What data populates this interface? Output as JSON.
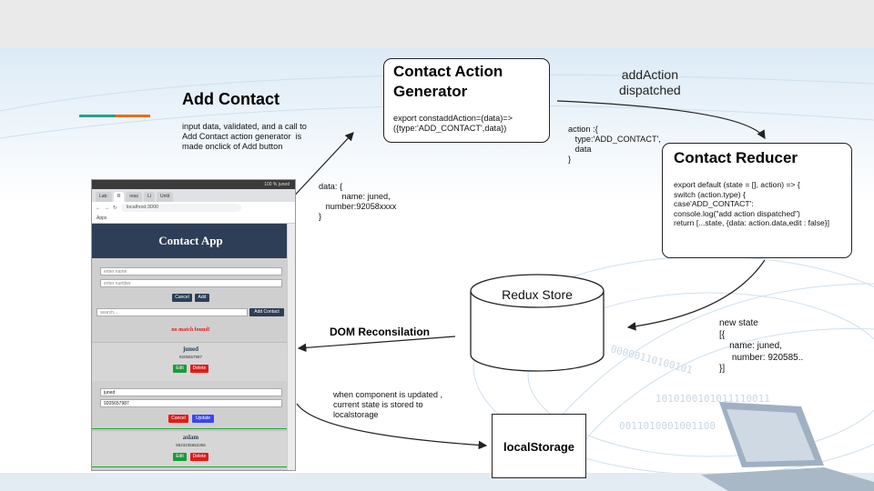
{
  "title": "Add Contact",
  "description": "input data, validated, and a call to\nAdd Contact action generator  is\nmade onclick of Add button",
  "accent_colors": {
    "teal": "#2a9d8f",
    "orange": "#e76f1e"
  },
  "action_generator": {
    "title_line1": "Contact Action",
    "title_line2": "Generator",
    "code": "export constaddAction=(data)=>\n({type:'ADD_CONTACT',data})"
  },
  "dispatch_label": "addAction\ndispatched",
  "action_payload": "action :{\n   type:'ADD_CONTACT',\n   data\n}",
  "reducer": {
    "title": "Contact Reducer",
    "code": "export default (state = [], action) => {\nswitch (action.type) {\ncase'ADD_CONTACT':\nconsole.log(\"add action dispatched\")\nreturn [...state, {data: action.data,edit : false}]"
  },
  "data_payload": "data: {\n          name: juned,\n   number:92058xxxx\n}",
  "store_label": "Redux Store",
  "new_state": "new state\n[{\n    name: juned,\n     number: 920585..\n}]",
  "dom_label": "DOM Reconsilation",
  "localstorage_note": "when component is updated ,\ncurrent state is stored to\nlocalstorage",
  "localstorage_label": "localStorage",
  "screenshot": {
    "sysbar": "100 %  juned",
    "tabs": [
      "Lab:",
      "R",
      "reac",
      "Li",
      "Untit"
    ],
    "url": "localhost:3000",
    "bookmarks": "Apps",
    "app_title": "Contact App",
    "name_placeholder": "enter name",
    "number_placeholder": "enter number",
    "cancel_label": "Cancel",
    "add_label": "Add",
    "search_placeholder": "search...",
    "add_contact_label": "Add Contact",
    "no_match": "no match found!",
    "contact1_name": "juned",
    "contact1_number": "9205657987",
    "edit_label": "Edit",
    "delete_label": "Delete",
    "edit_name_value": "juned",
    "edit_number_value": "9205657987",
    "update_label": "Update",
    "contact2_name": "aslam",
    "contact2_number": "8623235652356"
  }
}
